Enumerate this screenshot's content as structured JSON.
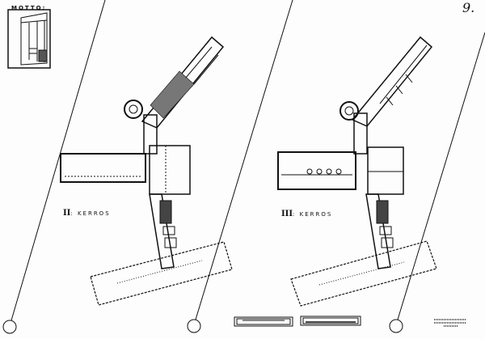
{
  "sheet": {
    "number": "9.",
    "motto_label": "MOTTO:"
  },
  "plans": [
    {
      "floor_numeral": "II",
      "floor_word": ": KERROS"
    },
    {
      "floor_numeral": "III",
      "floor_word": ": KERROS"
    }
  ],
  "colors": {
    "ink": "#111111",
    "paper": "#fdfdfd"
  }
}
